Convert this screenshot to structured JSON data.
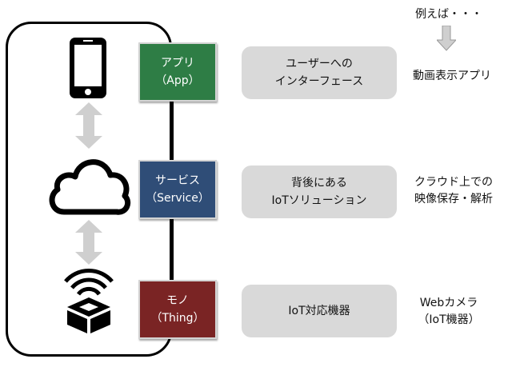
{
  "layers": [
    {
      "label": "アプリ",
      "sublabel": "（App）",
      "color": "#2e7d45",
      "description": [
        "ユーザーへの",
        "インターフェース"
      ],
      "example": [
        "動画表示アプリ"
      ]
    },
    {
      "label": "サービス",
      "sublabel": "（Service）",
      "color": "#2f4d77",
      "description": [
        "背後にある",
        "IoTソリューション"
      ],
      "example": [
        "クラウド上での",
        "映像保存・解析"
      ]
    },
    {
      "label": "モノ",
      "sublabel": "（Thing）",
      "color": "#7a2424",
      "description": [
        "IoT対応機器"
      ],
      "example": [
        "Webカメラ",
        "（IoT機器）"
      ]
    }
  ],
  "example_header": "例えば・・・",
  "icons": [
    "smartphone-icon",
    "cloud-icon",
    "iot-device-icon"
  ],
  "colors": {
    "arrow": "#cfcfcf",
    "desc_bg": "#d9d9d9"
  }
}
